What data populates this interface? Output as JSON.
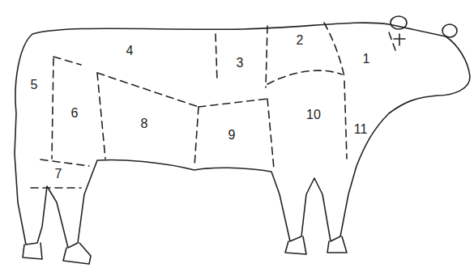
{
  "diagram": {
    "labels": [
      "2",
      "4",
      "1",
      "3",
      "5",
      "6",
      "10",
      "8",
      "11",
      "9",
      "7"
    ]
  }
}
